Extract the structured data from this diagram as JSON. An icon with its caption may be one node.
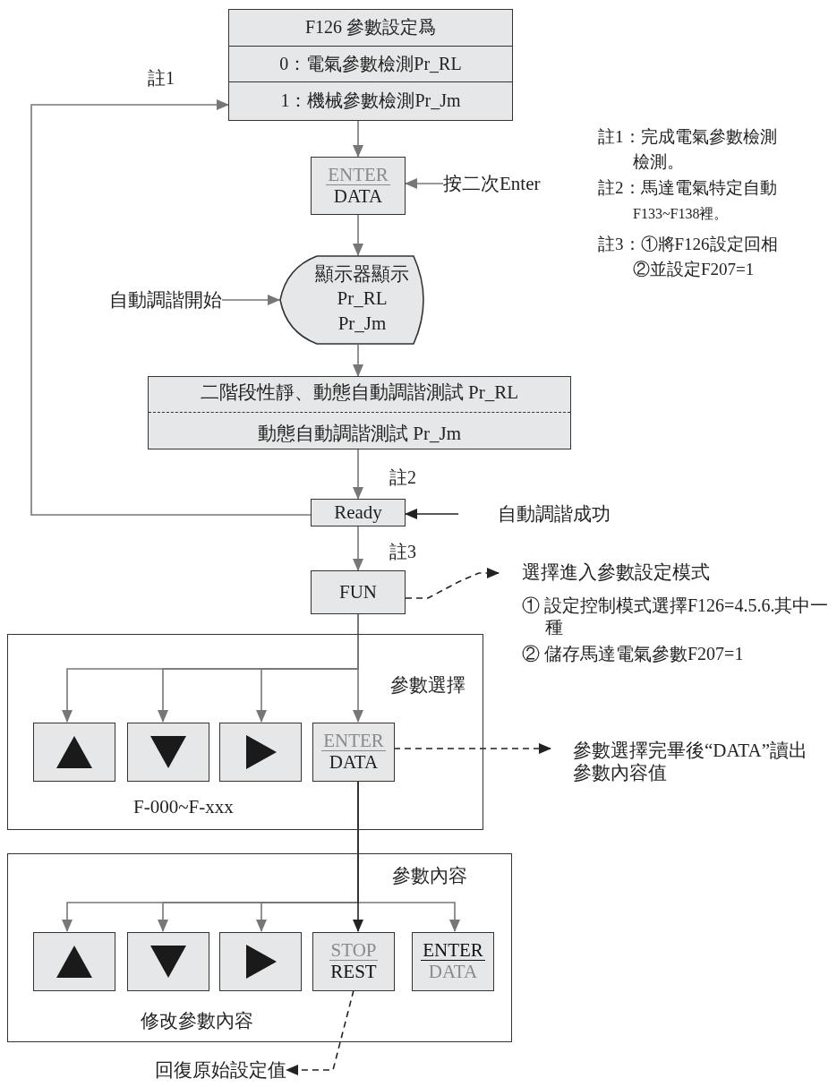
{
  "diagram": {
    "nodes": [
      {
        "text": [
          "F126 參數設定爲",
          "0：電氣參數檢測Pr_RL",
          "1：機械參數檢測Pr_Jm"
        ]
      },
      {
        "text": [
          "ENTER",
          "DATA"
        ]
      },
      {
        "text": [
          "按二次Enter"
        ]
      },
      {
        "text": [
          "顯示器顯示 Pr_RL Pr_Jm"
        ]
      },
      {
        "text": [
          "自動調諧開始"
        ]
      },
      {
        "text": [
          "二階段性靜、動態自動調諧測試 Pr_RL",
          "動態自動調諧測試 Pr_Jm"
        ]
      },
      {
        "text": [
          "Ready"
        ]
      },
      {
        "text": [
          "自動調諧成功"
        ]
      },
      {
        "text": [
          "FUN"
        ]
      },
      {
        "text": [
          "選擇進入參數設定模式",
          "① 設定控制模式選擇F126=4.5.6.其中一種",
          "② 儲存馬達電氣參數F207=1"
        ]
      },
      {
        "text": [
          "參數選擇",
          "F-000~F-xxx"
        ]
      },
      {
        "text": [],
        "shape": "box",
        "in": 10
      },
      {
        "text": [],
        "shape": "box",
        "in": 10
      },
      {
        "text": [],
        "shape": "box",
        "in": 10
      },
      {
        "text": [
          "ENTER",
          "DATA"
        ],
        "in": 10
      },
      {
        "text": [
          "參數選擇完畢後“DATA”讀出參數內容值"
        ]
      },
      {
        "text": [
          "參數內容",
          "修改參數內容"
        ]
      },
      {
        "text": [],
        "shape": "box",
        "in": 16
      },
      {
        "text": [],
        "shape": "box",
        "in": 16
      },
      {
        "text": [],
        "shape": "box",
        "in": 16
      },
      {
        "text": [
          "STOP",
          "REST"
        ],
        "in": 16
      },
      {
        "text": [
          "ENTER",
          "DATA"
        ],
        "in": 16
      },
      {
        "text": [
          "回復原始設定值"
        ]
      }
    ],
    "edges": [
      {
        "from": 0,
        "to": 1,
        "arrow": "to"
      },
      {
        "from": 2,
        "to": 1,
        "arrow": "to"
      },
      {
        "from": 1,
        "to": 3,
        "arrow": "to"
      },
      {
        "from": 4,
        "to": 3,
        "arrow": "to"
      },
      {
        "from": 3,
        "to": 5,
        "arrow": "to"
      },
      {
        "from": 5,
        "to": 6,
        "arrow": "to",
        "label": "註2"
      },
      {
        "from": 7,
        "to": 6,
        "arrow": "to",
        "color": "#222222"
      },
      {
        "from": 6,
        "to": 0,
        "arrow": "to",
        "label": "註1"
      },
      {
        "from": 6,
        "to": 8,
        "arrow": "to",
        "label": "註3"
      },
      {
        "from": 8,
        "to": 9,
        "arrow": "to",
        "style": "dashed",
        "color": "#222222"
      },
      {
        "from": 8,
        "to": 11,
        "arrow": "to"
      },
      {
        "from": 8,
        "to": 12,
        "arrow": "to"
      },
      {
        "from": 8,
        "to": 13,
        "arrow": "to"
      },
      {
        "from": 8,
        "to": 14,
        "arrow": "to"
      },
      {
        "from": 14,
        "to": 15,
        "arrow": "to",
        "style": "dashed",
        "color": "#222222"
      },
      {
        "from": 14,
        "to": 17,
        "arrow": "to"
      },
      {
        "from": 14,
        "to": 18,
        "arrow": "to"
      },
      {
        "from": 14,
        "to": 19,
        "arrow": "to"
      },
      {
        "from": 14,
        "to": 20,
        "arrow": "to",
        "color": "#222222"
      },
      {
        "from": 14,
        "to": 21,
        "arrow": "to"
      },
      {
        "from": 20,
        "to": 22,
        "arrow": "to",
        "style": "dashed",
        "color": "#222222"
      }
    ],
    "labels": [
      "註1：完成電氣參數檢測",
      "檢測。",
      "註2：馬達電氣特定自動",
      "F133~F138裡。",
      "註3：①將F126設定回相",
      "②並設定F207=1"
    ]
  }
}
